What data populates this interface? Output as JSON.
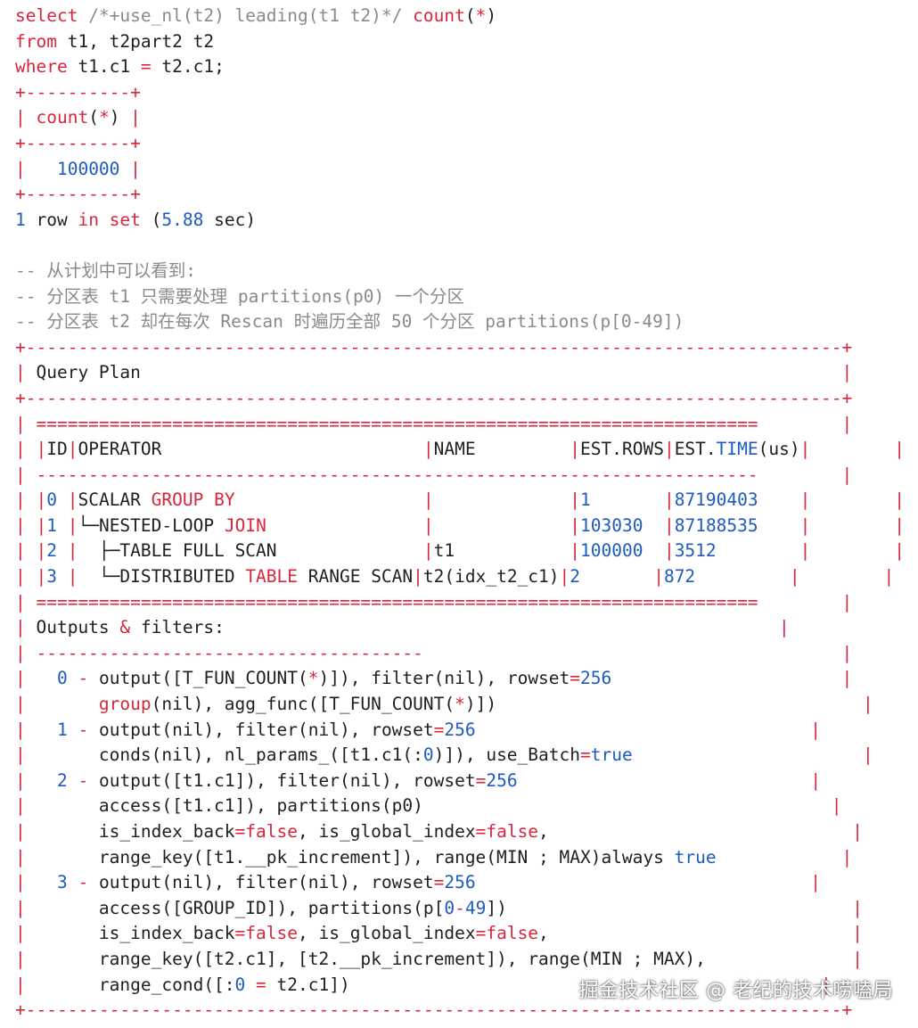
{
  "colors": {
    "keyword": "#d7263d",
    "number": "#1d5bbf",
    "comment": "#8a8a8a",
    "border": "#d7263d",
    "text": "#1f1f1f",
    "background": "#ffffff"
  },
  "lines": [
    [
      {
        "t": "select",
        "c": "kw"
      },
      {
        "t": " /*+use_nl(t2) leading(t1 t2)*/ ",
        "c": "cmt"
      },
      {
        "t": "count",
        "c": "kw"
      },
      {
        "t": "(",
        "c": "plain"
      },
      {
        "t": "*",
        "c": "kw"
      },
      {
        "t": ")",
        "c": "plain"
      }
    ],
    [
      {
        "t": "from",
        "c": "kw"
      },
      {
        "t": " t1, t2part2 t2",
        "c": "plain"
      }
    ],
    [
      {
        "t": "where",
        "c": "kw"
      },
      {
        "t": " t1.c1 ",
        "c": "plain"
      },
      {
        "t": "=",
        "c": "kw"
      },
      {
        "t": " t2.c1;",
        "c": "plain"
      }
    ],
    [
      {
        "t": "+----------+",
        "c": "bdr"
      }
    ],
    [
      {
        "t": "| ",
        "c": "bdr"
      },
      {
        "t": "count",
        "c": "kw"
      },
      {
        "t": "(",
        "c": "plain"
      },
      {
        "t": "*",
        "c": "kw"
      },
      {
        "t": ")",
        "c": "plain"
      },
      {
        "t": " |",
        "c": "bdr"
      }
    ],
    [
      {
        "t": "+----------+",
        "c": "bdr"
      }
    ],
    [
      {
        "t": "|   ",
        "c": "bdr"
      },
      {
        "t": "100000",
        "c": "num"
      },
      {
        "t": " |",
        "c": "bdr"
      }
    ],
    [
      {
        "t": "+----------+",
        "c": "bdr"
      }
    ],
    [
      {
        "t": "1",
        "c": "num"
      },
      {
        "t": " row ",
        "c": "plain"
      },
      {
        "t": "in set",
        "c": "kw"
      },
      {
        "t": " (",
        "c": "plain"
      },
      {
        "t": "5.88",
        "c": "num"
      },
      {
        "t": " sec)",
        "c": "plain"
      }
    ],
    [
      {
        "t": "",
        "c": "plain"
      }
    ],
    [
      {
        "t": "-- 从计划中可以看到:",
        "c": "cmt"
      }
    ],
    [
      {
        "t": "-- 分区表 t1 只需要处理 partitions(p0) 一个分区",
        "c": "cmt"
      }
    ],
    [
      {
        "t": "-- 分区表 t2 却在每次 Rescan 时遍历全部 50 个分区 partitions(p[0-49])",
        "c": "cmt"
      }
    ],
    [
      {
        "t": "+------------------------------------------------------------------------------+",
        "c": "bdr"
      }
    ],
    [
      {
        "t": "| ",
        "c": "bdr"
      },
      {
        "t": "Query Plan",
        "c": "plain"
      },
      {
        "t": "                                                                   |",
        "c": "bdr"
      }
    ],
    [
      {
        "t": "+------------------------------------------------------------------------------+",
        "c": "bdr"
      }
    ],
    [
      {
        "t": "| ",
        "c": "bdr"
      },
      {
        "t": "=====================================================================",
        "c": "bdr"
      },
      {
        "t": "        |",
        "c": "bdr"
      }
    ],
    [
      {
        "t": "| |",
        "c": "bdr"
      },
      {
        "t": "ID",
        "c": "plain"
      },
      {
        "t": "|",
        "c": "bdr"
      },
      {
        "t": "OPERATOR                         ",
        "c": "plain"
      },
      {
        "t": "|",
        "c": "bdr"
      },
      {
        "t": "NAME         ",
        "c": "plain"
      },
      {
        "t": "|",
        "c": "bdr"
      },
      {
        "t": "EST.ROWS",
        "c": "plain"
      },
      {
        "t": "|",
        "c": "bdr"
      },
      {
        "t": "EST.",
        "c": "plain"
      },
      {
        "t": "TIME",
        "c": "num"
      },
      {
        "t": "(us)",
        "c": "plain"
      },
      {
        "t": "|",
        "c": "bdr"
      },
      {
        "t": "        |",
        "c": "bdr"
      }
    ],
    [
      {
        "t": "| ",
        "c": "bdr"
      },
      {
        "t": "---------------------------------------------------------------------",
        "c": "bdr"
      },
      {
        "t": "        |",
        "c": "bdr"
      }
    ],
    [
      {
        "t": "| |",
        "c": "bdr"
      },
      {
        "t": "0",
        "c": "num"
      },
      {
        "t": " |",
        "c": "bdr"
      },
      {
        "t": "SCALAR ",
        "c": "plain"
      },
      {
        "t": "GROUP BY",
        "c": "kw"
      },
      {
        "t": "                  ",
        "c": "plain"
      },
      {
        "t": "|",
        "c": "bdr"
      },
      {
        "t": "             ",
        "c": "plain"
      },
      {
        "t": "|",
        "c": "bdr"
      },
      {
        "t": "1       ",
        "c": "num"
      },
      {
        "t": "|",
        "c": "bdr"
      },
      {
        "t": "87190403    ",
        "c": "num"
      },
      {
        "t": "|",
        "c": "bdr"
      },
      {
        "t": "        |",
        "c": "bdr"
      }
    ],
    [
      {
        "t": "| |",
        "c": "bdr"
      },
      {
        "t": "1",
        "c": "num"
      },
      {
        "t": " |",
        "c": "bdr"
      },
      {
        "t": "└─NESTED-LOOP ",
        "c": "plain"
      },
      {
        "t": "JOIN",
        "c": "kw"
      },
      {
        "t": "               ",
        "c": "plain"
      },
      {
        "t": "|",
        "c": "bdr"
      },
      {
        "t": "             ",
        "c": "plain"
      },
      {
        "t": "|",
        "c": "bdr"
      },
      {
        "t": "103030  ",
        "c": "num"
      },
      {
        "t": "|",
        "c": "bdr"
      },
      {
        "t": "87188535    ",
        "c": "num"
      },
      {
        "t": "|",
        "c": "bdr"
      },
      {
        "t": "        |",
        "c": "bdr"
      }
    ],
    [
      {
        "t": "| |",
        "c": "bdr"
      },
      {
        "t": "2",
        "c": "num"
      },
      {
        "t": " |",
        "c": "bdr"
      },
      {
        "t": "  ├─TABLE FULL SCAN              ",
        "c": "plain"
      },
      {
        "t": "|",
        "c": "bdr"
      },
      {
        "t": "t1           ",
        "c": "plain"
      },
      {
        "t": "|",
        "c": "bdr"
      },
      {
        "t": "100000  ",
        "c": "num"
      },
      {
        "t": "|",
        "c": "bdr"
      },
      {
        "t": "3512        ",
        "c": "num"
      },
      {
        "t": "|",
        "c": "bdr"
      },
      {
        "t": "        |",
        "c": "bdr"
      }
    ],
    [
      {
        "t": "| |",
        "c": "bdr"
      },
      {
        "t": "3",
        "c": "num"
      },
      {
        "t": " |",
        "c": "bdr"
      },
      {
        "t": "  └─DISTRIBUTED ",
        "c": "plain"
      },
      {
        "t": "TABLE",
        "c": "kw"
      },
      {
        "t": " RANGE SCAN",
        "c": "plain"
      },
      {
        "t": "|",
        "c": "bdr"
      },
      {
        "t": "t2(idx_t2_c1)",
        "c": "plain"
      },
      {
        "t": "|",
        "c": "bdr"
      },
      {
        "t": "2       ",
        "c": "num"
      },
      {
        "t": "|",
        "c": "bdr"
      },
      {
        "t": "872         ",
        "c": "num"
      },
      {
        "t": "|",
        "c": "bdr"
      },
      {
        "t": "        |",
        "c": "bdr"
      }
    ],
    [
      {
        "t": "| ",
        "c": "bdr"
      },
      {
        "t": "=====================================================================",
        "c": "bdr"
      },
      {
        "t": "        |",
        "c": "bdr"
      }
    ],
    [
      {
        "t": "| ",
        "c": "bdr"
      },
      {
        "t": "Outputs ",
        "c": "plain"
      },
      {
        "t": "&",
        "c": "kw"
      },
      {
        "t": " filters:",
        "c": "plain"
      },
      {
        "t": "                                                     |",
        "c": "bdr"
      }
    ],
    [
      {
        "t": "| ",
        "c": "bdr"
      },
      {
        "t": "-------------------------------------",
        "c": "bdr"
      },
      {
        "t": "                                        |",
        "c": "bdr"
      }
    ],
    [
      {
        "t": "|   ",
        "c": "bdr"
      },
      {
        "t": "0",
        "c": "num"
      },
      {
        "t": " ",
        "c": "plain"
      },
      {
        "t": "-",
        "c": "kw"
      },
      {
        "t": " output([T_FUN_COUNT(",
        "c": "plain"
      },
      {
        "t": "*",
        "c": "kw"
      },
      {
        "t": ")]), filter(nil), rowset",
        "c": "plain"
      },
      {
        "t": "=",
        "c": "kw"
      },
      {
        "t": "256",
        "c": "num"
      },
      {
        "t": "                      |",
        "c": "bdr"
      }
    ],
    [
      {
        "t": "|       ",
        "c": "bdr"
      },
      {
        "t": "group",
        "c": "kw"
      },
      {
        "t": "(nil), agg_func([T_FUN_COUNT(",
        "c": "plain"
      },
      {
        "t": "*",
        "c": "kw"
      },
      {
        "t": ")])",
        "c": "plain"
      },
      {
        "t": "                                   |",
        "c": "bdr"
      }
    ],
    [
      {
        "t": "|   ",
        "c": "bdr"
      },
      {
        "t": "1",
        "c": "num"
      },
      {
        "t": " ",
        "c": "plain"
      },
      {
        "t": "-",
        "c": "kw"
      },
      {
        "t": " output(nil), filter(nil), rowset",
        "c": "plain"
      },
      {
        "t": "=",
        "c": "kw"
      },
      {
        "t": "256",
        "c": "num"
      },
      {
        "t": "                                |",
        "c": "bdr"
      }
    ],
    [
      {
        "t": "|       ",
        "c": "bdr"
      },
      {
        "t": "conds(nil), nl_params_([t1.c1(:",
        "c": "plain"
      },
      {
        "t": "0",
        "c": "num"
      },
      {
        "t": ")]), use_Batch",
        "c": "plain"
      },
      {
        "t": "=",
        "c": "kw"
      },
      {
        "t": "true",
        "c": "num"
      },
      {
        "t": "                      |",
        "c": "bdr"
      }
    ],
    [
      {
        "t": "|   ",
        "c": "bdr"
      },
      {
        "t": "2",
        "c": "num"
      },
      {
        "t": " ",
        "c": "plain"
      },
      {
        "t": "-",
        "c": "kw"
      },
      {
        "t": " output([t1.c1]), filter(nil), rowset",
        "c": "plain"
      },
      {
        "t": "=",
        "c": "kw"
      },
      {
        "t": "256",
        "c": "num"
      },
      {
        "t": "                            |",
        "c": "bdr"
      }
    ],
    [
      {
        "t": "|       ",
        "c": "bdr"
      },
      {
        "t": "access([t1.c1]), partitions(p0)",
        "c": "plain"
      },
      {
        "t": "                                       |",
        "c": "bdr"
      }
    ],
    [
      {
        "t": "|       ",
        "c": "bdr"
      },
      {
        "t": "is_index_back",
        "c": "plain"
      },
      {
        "t": "=",
        "c": "kw"
      },
      {
        "t": "false",
        "c": "kw"
      },
      {
        "t": ", is_global_index",
        "c": "plain"
      },
      {
        "t": "=",
        "c": "kw"
      },
      {
        "t": "false",
        "c": "kw"
      },
      {
        "t": ",",
        "c": "plain"
      },
      {
        "t": "                             |",
        "c": "bdr"
      }
    ],
    [
      {
        "t": "|       ",
        "c": "bdr"
      },
      {
        "t": "range_key([t1.__pk_increment]), range(MIN ; MAX)always ",
        "c": "plain"
      },
      {
        "t": "true",
        "c": "num"
      },
      {
        "t": "            |",
        "c": "bdr"
      }
    ],
    [
      {
        "t": "|   ",
        "c": "bdr"
      },
      {
        "t": "3",
        "c": "num"
      },
      {
        "t": " ",
        "c": "plain"
      },
      {
        "t": "-",
        "c": "kw"
      },
      {
        "t": " output(nil), filter(nil), rowset",
        "c": "plain"
      },
      {
        "t": "=",
        "c": "kw"
      },
      {
        "t": "256",
        "c": "num"
      },
      {
        "t": "                                |",
        "c": "bdr"
      }
    ],
    [
      {
        "t": "|       ",
        "c": "bdr"
      },
      {
        "t": "access([GROUP_ID]), partitions(p[",
        "c": "plain"
      },
      {
        "t": "0",
        "c": "num"
      },
      {
        "t": "-",
        "c": "kw"
      },
      {
        "t": "49",
        "c": "num"
      },
      {
        "t": "])",
        "c": "plain"
      },
      {
        "t": "                                 |",
        "c": "bdr"
      }
    ],
    [
      {
        "t": "|       ",
        "c": "bdr"
      },
      {
        "t": "is_index_back",
        "c": "plain"
      },
      {
        "t": "=",
        "c": "kw"
      },
      {
        "t": "false",
        "c": "kw"
      },
      {
        "t": ", is_global_index",
        "c": "plain"
      },
      {
        "t": "=",
        "c": "kw"
      },
      {
        "t": "false",
        "c": "kw"
      },
      {
        "t": ",",
        "c": "plain"
      },
      {
        "t": "                             |",
        "c": "bdr"
      }
    ],
    [
      {
        "t": "|       ",
        "c": "bdr"
      },
      {
        "t": "range_key([t2.c1], [t2.__pk_increment]), range(MIN ; MAX),",
        "c": "plain"
      },
      {
        "t": "              |",
        "c": "bdr"
      }
    ],
    [
      {
        "t": "|       ",
        "c": "bdr"
      },
      {
        "t": "range_cond([:",
        "c": "plain"
      },
      {
        "t": "0",
        "c": "num"
      },
      {
        "t": " ",
        "c": "plain"
      },
      {
        "t": "=",
        "c": "kw"
      },
      {
        "t": " t2.c1])",
        "c": "plain"
      },
      {
        "t": "                                             |",
        "c": "bdr"
      }
    ],
    [
      {
        "t": "+------------------------------------------------------------------------------+",
        "c": "bdr"
      }
    ]
  ],
  "watermark": "掘金技术社区 @ 老纪的技术唠嗑局"
}
